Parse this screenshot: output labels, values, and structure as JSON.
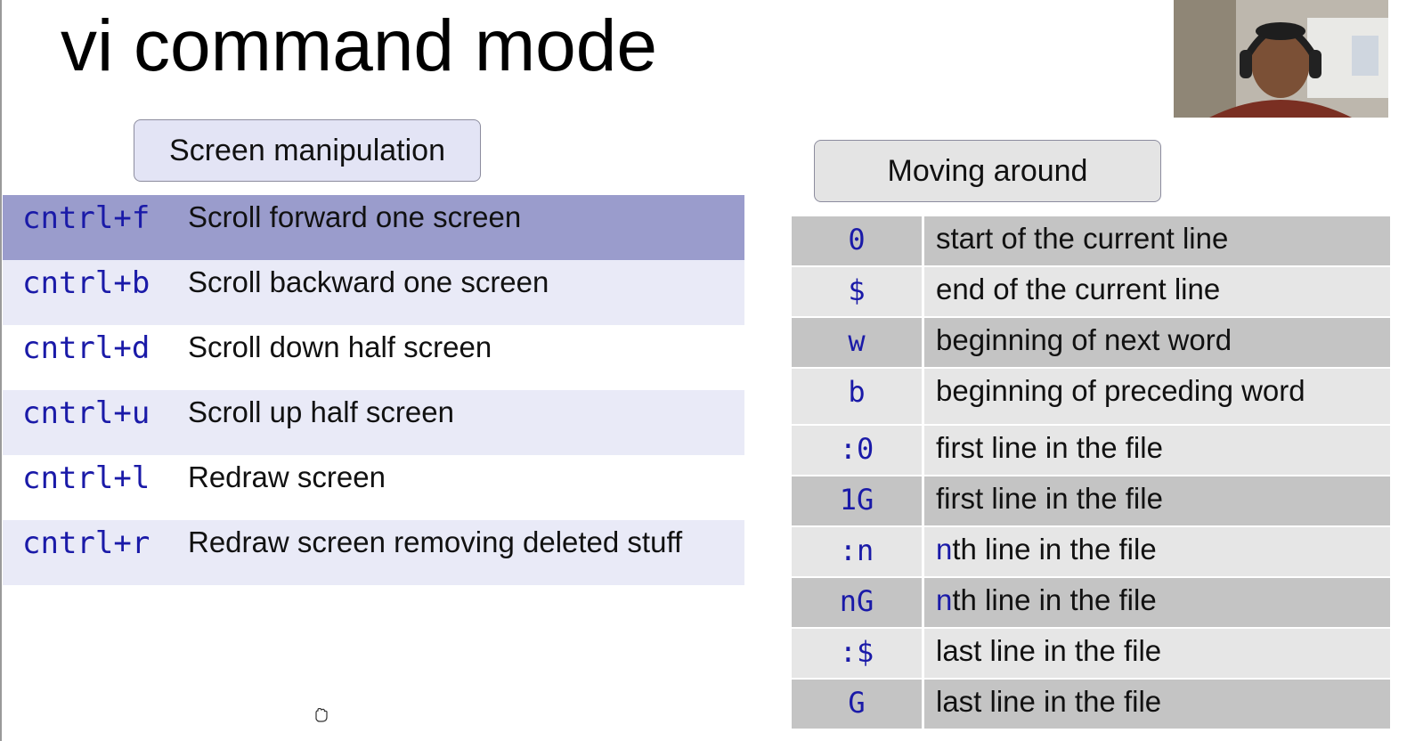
{
  "title": "vi command mode",
  "screen_section": {
    "label": "Screen manipulation",
    "rows": [
      {
        "key": "cntrl+f",
        "desc": "Scroll forward one screen"
      },
      {
        "key": "cntrl+b",
        "desc": "Scroll backward one screen"
      },
      {
        "key": "cntrl+d",
        "desc": "Scroll down half screen"
      },
      {
        "key": "cntrl+u",
        "desc": "Scroll up half screen"
      },
      {
        "key": "cntrl+l",
        "desc": "Redraw screen"
      },
      {
        "key": "cntrl+r",
        "desc": "Redraw screen removing deleted stuff"
      }
    ]
  },
  "moving_section": {
    "label": "Moving around",
    "rows": [
      {
        "key": "0",
        "desc": "start of the current line"
      },
      {
        "key": "$",
        "desc": "end of the current line"
      },
      {
        "key": "w",
        "desc": "beginning of next word"
      },
      {
        "key": "b",
        "desc": "beginning of preceding word"
      },
      {
        "key": ":0",
        "desc": "first line in the file"
      },
      {
        "key": "1G",
        "desc": "first line in the file"
      },
      {
        "key": ":n",
        "desc_prefix": "n",
        "desc_rest": "th line in the file"
      },
      {
        "key": "nG",
        "desc_prefix": "n",
        "desc_rest": "th line in the file"
      },
      {
        "key": ":$",
        "desc": "last line in the file"
      },
      {
        "key": "G",
        "desc": "last line in the file"
      }
    ]
  },
  "colors": {
    "highlight_row": "#9a9ccc",
    "left_row_light": "#e9eaf7",
    "right_row_dark": "#c4c4c4",
    "right_row_light": "#e6e6e6",
    "key_blue": "#1a1aa8"
  },
  "icons": {
    "cursor": "hand-cursor-icon",
    "webcam": "webcam-presenter-icon"
  }
}
